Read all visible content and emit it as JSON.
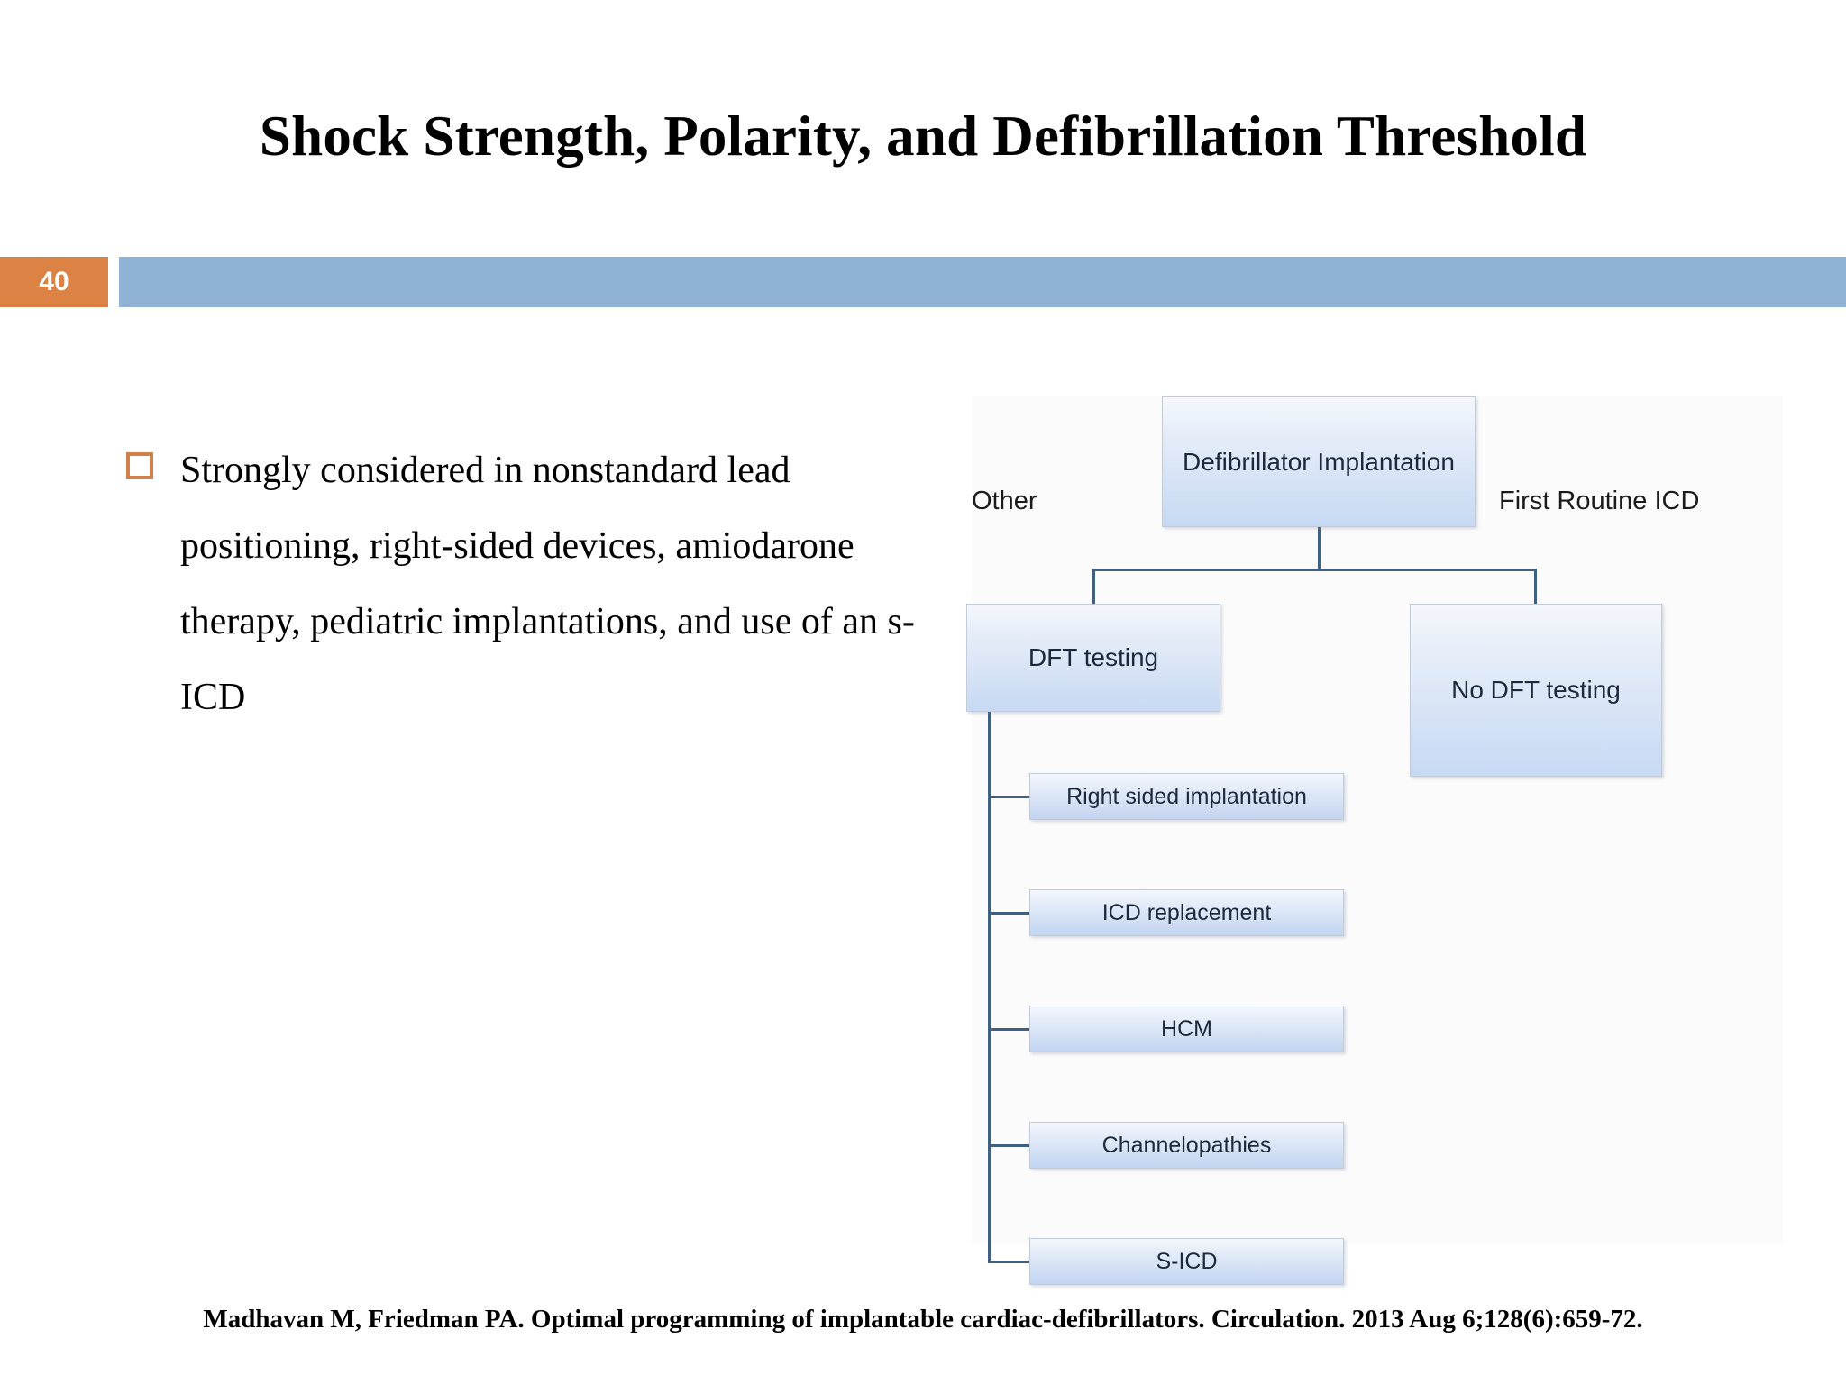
{
  "slide": {
    "title": "Shock Strength, Polarity, and Defibrillation Threshold",
    "number": "40",
    "accent_orange": "#DC8244",
    "accent_blue": "#90B3D5",
    "bullet_marker_color": "#D1804B"
  },
  "body": {
    "bullets": [
      {
        "marker": "hollow-square-bullet",
        "text": "Strongly considered in nonstandard lead positioning, right-sided devices, amiodarone therapy, pediatric implantations, and use of an s-ICD"
      }
    ]
  },
  "figure": {
    "name": "dft-testing-decision-flowchart",
    "root": "Defibrillator Implantation",
    "branch_labels": {
      "left": "Other",
      "right": "First Routine ICD"
    },
    "level2": [
      {
        "id": "dft-testing",
        "label": "DFT testing"
      },
      {
        "id": "no-dft-testing",
        "label": "No DFT testing"
      }
    ],
    "dft_indications": [
      "Right sided implantation",
      "ICD replacement",
      "HCM",
      "Channelopathies",
      "S-ICD"
    ]
  },
  "citation": {
    "text": "Madhavan M, Friedman PA. Optimal programming of implantable cardiac-defibrillators. Circulation. 2013 Aug 6;128(6):659-72."
  }
}
